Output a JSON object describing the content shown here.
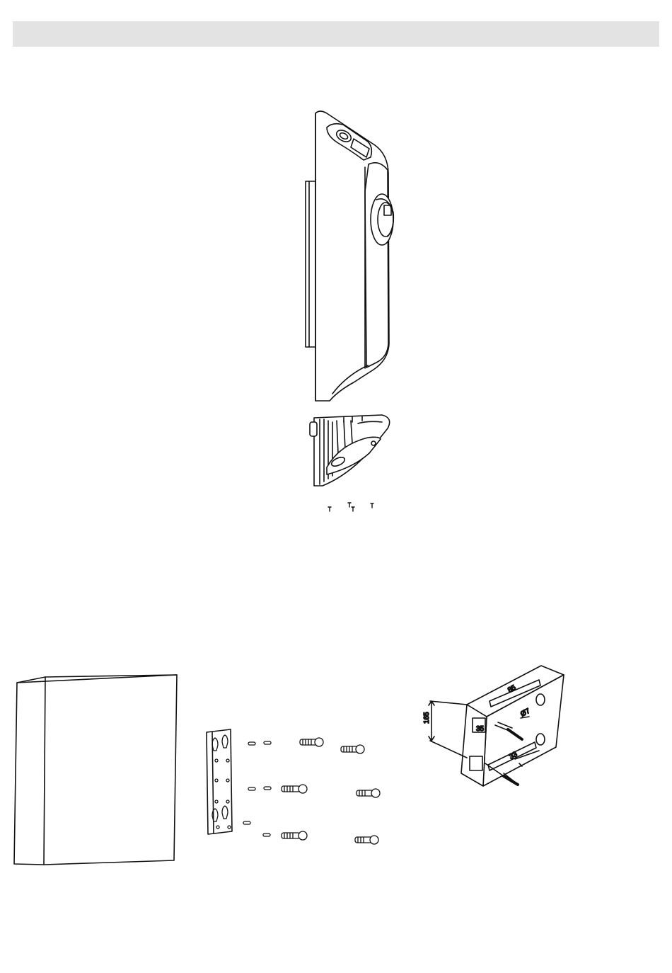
{
  "colors": {
    "header_bar": "#e3e3e3",
    "line": "#111111",
    "fill_white": "#ffffff",
    "fill_light": "#e6e6e6",
    "fill_dark": "#9a9a9a"
  },
  "dimensions": {
    "width_label": "85",
    "height_label": "165",
    "offset_label": "35",
    "slot_label": "33",
    "hole_label": "Ø7"
  },
  "icons": {
    "charger": "wallbox-charger-icon",
    "bottom_cover": "bottom-cover-icon",
    "screws": "screw-icon",
    "template_board": "mounting-template-board-icon",
    "bracket": "mounting-bracket-icon",
    "anchors": "wall-anchor-icon",
    "wall_block": "wall-drilling-diagram-icon"
  }
}
